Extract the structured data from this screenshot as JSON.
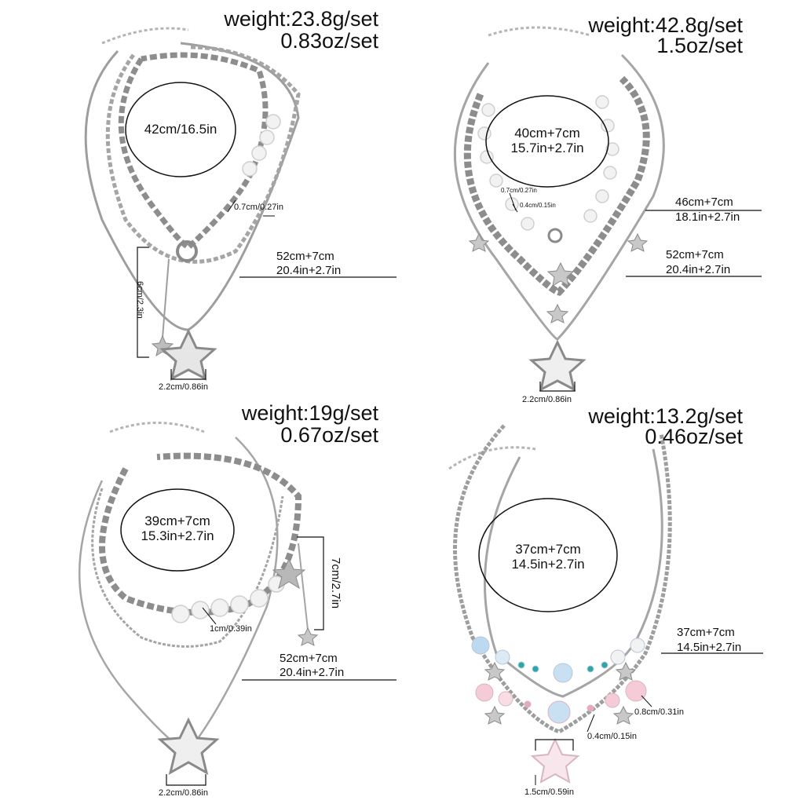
{
  "panels": [
    {
      "weight_g": "weight:23.8g/set",
      "weight_oz": "0.83oz/set",
      "oval": [
        "42cm/16.5in"
      ],
      "bead": "0.7cm/0.27in",
      "length_cm": "52cm+7cm",
      "length_in": "20.4in+2.7in",
      "drop": "6cm/2.3in",
      "pendant": "2.2cm/0.86in"
    },
    {
      "weight_g": "weight:42.8g/set",
      "weight_oz": "1.5oz/set",
      "oval": [
        "40cm+7cm",
        "15.7in+2.7in"
      ],
      "bead_large": "0.7cm/0.27in",
      "bead_small": "0.4cm/0.15in",
      "mid_cm": "46cm+7cm",
      "mid_in": "18.1in+2.7in",
      "length_cm": "52cm+7cm",
      "length_in": "20.4in+2.7in",
      "pendant": "2.2cm/0.86in"
    },
    {
      "weight_g": "weight:19g/set",
      "weight_oz": "0.67oz/set",
      "oval": [
        "39cm+7cm",
        "15.3in+2.7in"
      ],
      "drop": "7cm/2.7in",
      "bead": "1cm/0.39in",
      "length_cm": "52cm+7cm",
      "length_in": "20.4in+2.7in",
      "pendant": "2.2cm/0.86in"
    },
    {
      "weight_g": "weight:13.2g/set",
      "weight_oz": "0.46oz/set",
      "oval": [
        "37cm+7cm",
        "14.5in+2.7in"
      ],
      "length_cm": "37cm+7cm",
      "length_in": "14.5in+2.7in",
      "bead_large": "0.8cm/0.31in",
      "bead_small": "0.4cm/0.15in",
      "pendant": "1.5cm/0.59in"
    }
  ],
  "colors": {
    "metal": "#a9a9a9",
    "pearl": "#f2f2f2",
    "blue_bead": "#bcd9f0",
    "pink_bead": "#f5cbd8",
    "teal_bead": "#2aa7a7"
  },
  "icons": [
    "star-pendant-icon",
    "pearl-bead-icon",
    "toggle-clasp-icon"
  ]
}
